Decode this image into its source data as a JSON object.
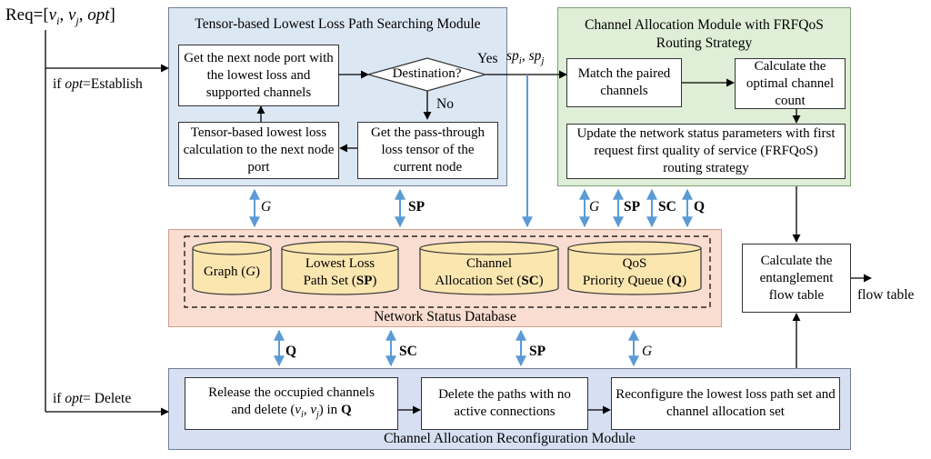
{
  "request": {
    "prefix": "Req=[",
    "vi": "v",
    "vi_sub": "i",
    "vj": "v",
    "vj_sub": "j",
    "opt": "opt",
    "suffix": "]"
  },
  "conditions": {
    "establish_prefix": "if ",
    "establish_opt": "opt",
    "establish_suffix": "=Establish",
    "delete_prefix": "if ",
    "delete_opt": "opt",
    "delete_suffix": "= Delete"
  },
  "tensor_module": {
    "title": "Tensor-based Lowest Loss Path Searching Module",
    "next_node": "Get the next node port with the lowest loss and supported channels",
    "destination": "Destination?",
    "yes": "Yes",
    "no": "No",
    "loss_calc": "Tensor-based lowest loss calculation to the next node port",
    "pass_through": "Get the pass-through loss tensor of the current node"
  },
  "path_label": {
    "sp1": "sp",
    "sp1_sub": "i",
    "sep": ", ",
    "sp2": "sp",
    "sp2_sub": "j"
  },
  "channel_module": {
    "title_line1": "Channel Allocation Module with FRFQoS",
    "title_line2": "Routing Strategy",
    "match": "Match the paired channels",
    "calc_optimal": "Calculate the optimal channel count",
    "update": "Update the network status parameters with first request first quality of service (FRFQoS) routing strategy"
  },
  "edge_labels": {
    "G": "G",
    "SP": "SP",
    "SC": "SC",
    "Q": "Q"
  },
  "database": {
    "title": "Network Status Database",
    "graph_prefix": "Graph (",
    "graph_sym": "G",
    "graph_suffix": ")",
    "llps_line1": "Lowest Loss",
    "llps_line2_prefix": "Path Set (",
    "llps_sym": "SP",
    "llps_suffix": ")",
    "cas_line1": "Channel",
    "cas_line2_prefix": "Allocation Set (",
    "cas_sym": "SC",
    "cas_suffix": ")",
    "qos_line1": "QoS",
    "qos_line2_prefix": "Priority Queue (",
    "qos_sym": "Q",
    "qos_suffix": ")"
  },
  "entanglement": {
    "text": "Calculate the entanglement flow table",
    "output": "flow table"
  },
  "reconfig_module": {
    "title": "Channel Allocation Reconfiguration Module",
    "release_line1": "Release the occupied channels",
    "release_line2_prefix": "and delete (",
    "release_vi": "v",
    "release_vi_sub": "i",
    "release_sep": ", ",
    "release_vj": "v",
    "release_vj_sub": "j",
    "release_line2_mid": ") in ",
    "release_sym": "Q",
    "delete_paths": "Delete the paths with no active connections",
    "reconfigure": "Reconfigure the lowest loss path set and channel allocation set"
  },
  "colors": {
    "tensor_bg": "#dce7f4",
    "channel_bg": "#dfeed7",
    "database_bg": "#f9ddd0",
    "reconfig_bg": "#d6e0f2",
    "cylinder_fill": "#fbe6b0",
    "link_arrow": "#5b9bd5"
  }
}
